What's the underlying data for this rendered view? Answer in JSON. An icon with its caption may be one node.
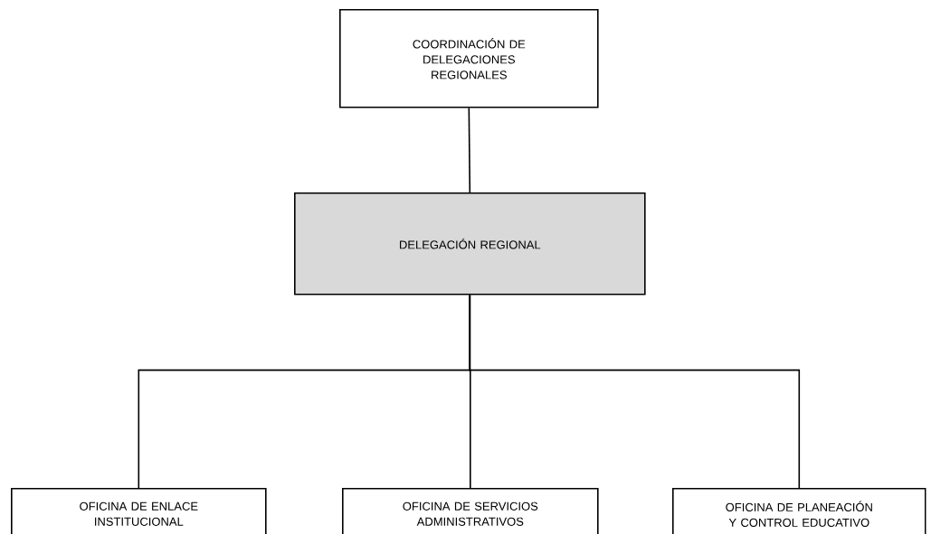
{
  "diagram": {
    "nodes": [
      {
        "text": [
          "COORDINACIÓN DE DELEGACIONES REGIONALES"
        ]
      },
      {
        "text": [
          "DELEGACIÓN REGIONAL"
        ]
      },
      {
        "text": [
          "OFICINA DE ENLACE INSTITUCIONAL"
        ]
      },
      {
        "text": [
          "OFICINA DE SERVICIOS ADMINISTRATIVOS"
        ]
      },
      {
        "text": [
          "OFICINA DE PLANEACIÓN Y CONTROL EDUCATIVO"
        ]
      }
    ],
    "edges": [
      {
        "from": 0,
        "to": 1,
        "arrow": "none"
      },
      {
        "from": 1,
        "to": 2,
        "arrow": "none"
      },
      {
        "from": 1,
        "to": 3,
        "arrow": "none"
      },
      {
        "from": 1,
        "to": 4,
        "arrow": "none"
      }
    ]
  }
}
